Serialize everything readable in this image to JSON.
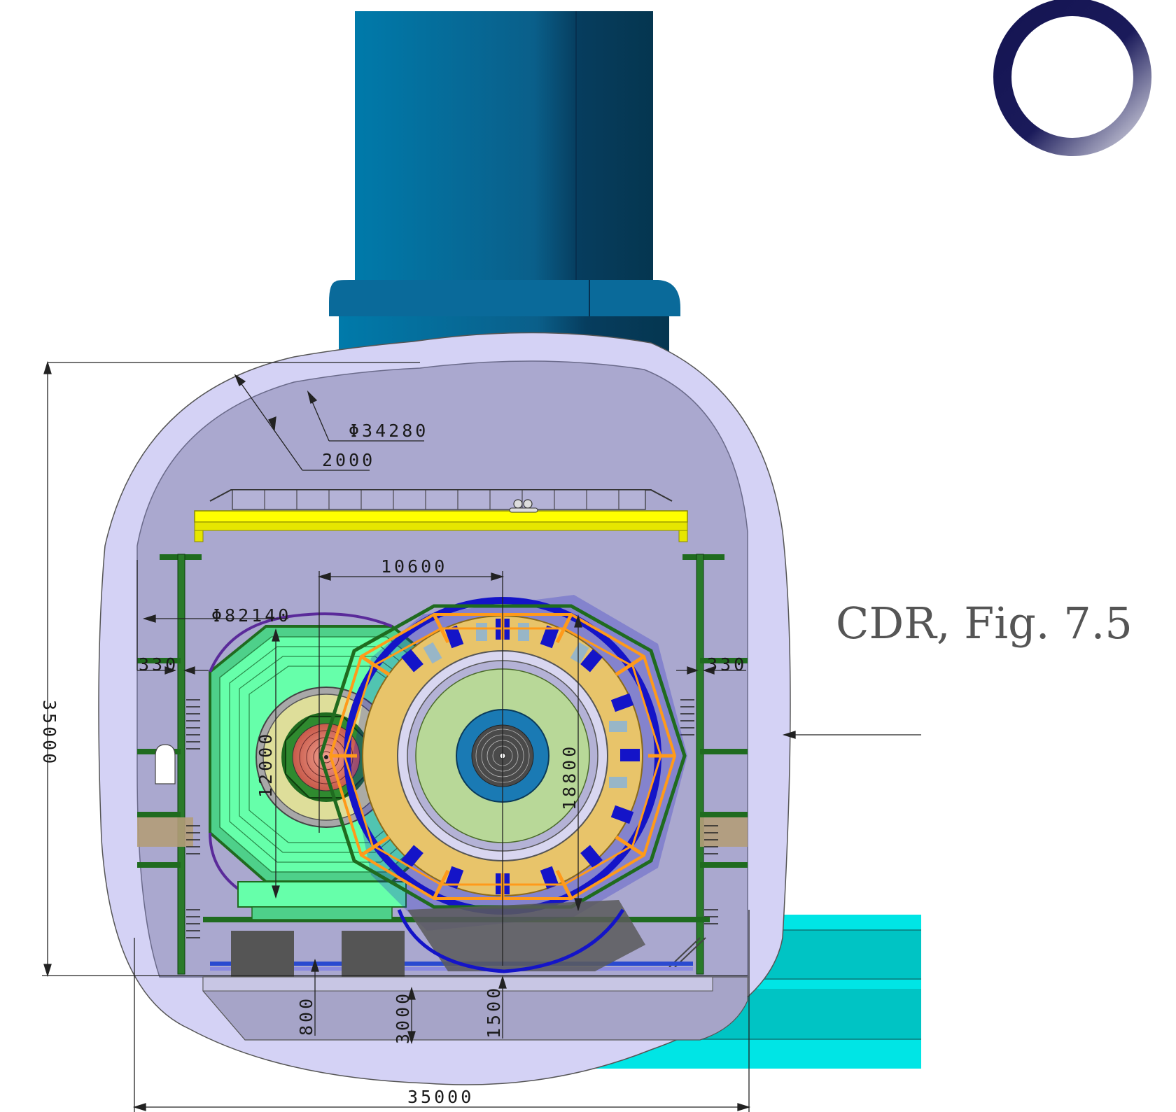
{
  "caption": "CDR, Fig. 7.5",
  "dimensions": {
    "cavern_width": "35000",
    "cavern_height": "35000",
    "shaft_diameter": "Φ34280",
    "wall_thickness": "2000",
    "side_cavern_diameter": "Φ82140",
    "detector_spacing": "10600",
    "gap_left": "330",
    "gap_right": "330",
    "left_detector_diameter": "12000",
    "right_detector_diameter": "18800",
    "floor_800": "800",
    "floor_3000": "3000",
    "floor_1500": "1500"
  },
  "colors": {
    "shaft": "#006a9a",
    "cavern_wall": "#d2d0f4",
    "cavern_interior": "#aaa8ce",
    "gantry_crane": "#ffff00",
    "support_frame": "#1f6b1f",
    "left_detector": "#66ffaa",
    "right_detector_return_yoke": "#e8c46a",
    "muon_chambers": "#1414c8",
    "side_tunnel": "#00e5e5",
    "logo_ring": "#1a1a5a"
  },
  "icons": {
    "logo": "ring-logo-icon"
  }
}
